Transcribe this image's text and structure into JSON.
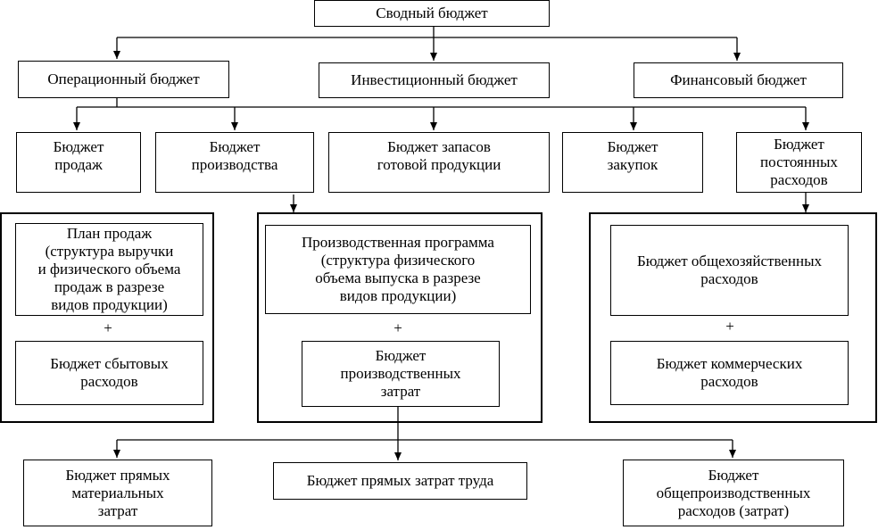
{
  "diagram": {
    "top": {
      "label": "Сводный бюджет"
    },
    "level1": {
      "operational": "Операционный бюджет",
      "investment": "Инвестиционный бюджет",
      "financial": "Финансовый бюджет"
    },
    "level2": {
      "sales": "Бюджет\nпродаж",
      "production": "Бюджет\nпроизводства",
      "inventory": "Бюджет запасов\nготовой продукции",
      "purchases": "Бюджет\nзакупок",
      "fixed_costs": "Бюджет\nпостоянных\nрасходов"
    },
    "sales_group": {
      "sales_plan": "План продаж\n(структура выручки\nи физического объема\nпродаж в разрезе\nвидов продукции)",
      "plus": "+",
      "selling_expenses": "Бюджет сбытовых\nрасходов"
    },
    "production_group": {
      "production_program": "Производственная программа\n(структура физического\nобъема выпуска в разрезе\nвидов продукции)",
      "plus": "+",
      "production_costs": "Бюджет\nпроизводственных\nзатрат"
    },
    "fixed_group": {
      "general_expenses": "Бюджет общехозяйственных\nрасходов",
      "plus": "+",
      "commercial_expenses": "Бюджет коммерческих\nрасходов"
    },
    "bottom": {
      "direct_materials": "Бюджет прямых\nматериальных\nзатрат",
      "direct_labor": "Бюджет прямых затрат труда",
      "overhead": "Бюджет\nобщепроизводственных\nрасходов (затрат)"
    }
  }
}
